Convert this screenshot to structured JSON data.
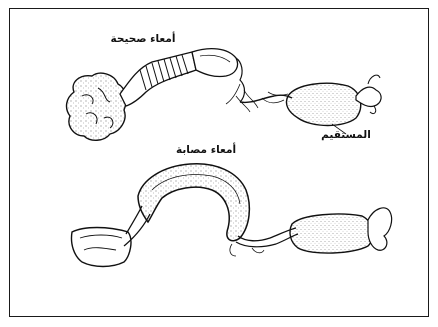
{
  "labels": {
    "healthy_intestine": "أمعاء صحيحة",
    "infected_intestine": "أمعاء مصابة",
    "rectum": "المستقيم"
  },
  "colors": {
    "ink": "#111111",
    "paper": "#ffffff",
    "frame": "#1a1a1a"
  }
}
